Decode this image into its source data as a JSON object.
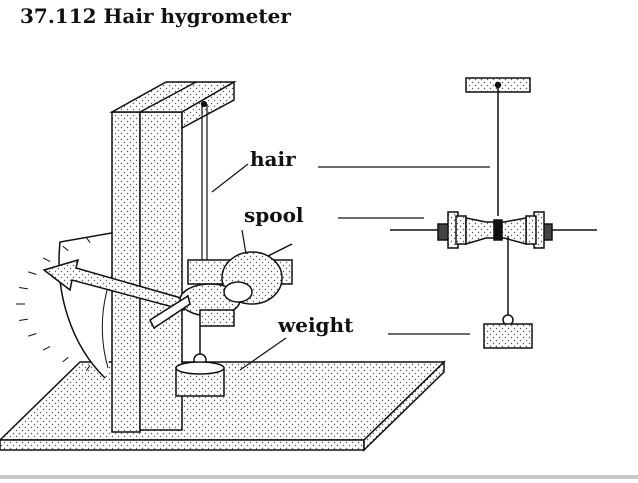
{
  "title": "37.112 Hair hygrometer",
  "labels": {
    "hair": "hair",
    "spool": "spool",
    "weight": "weight"
  },
  "colors": {
    "ink": "#111111",
    "paper": "#ffffff",
    "stipple": "#555555"
  }
}
